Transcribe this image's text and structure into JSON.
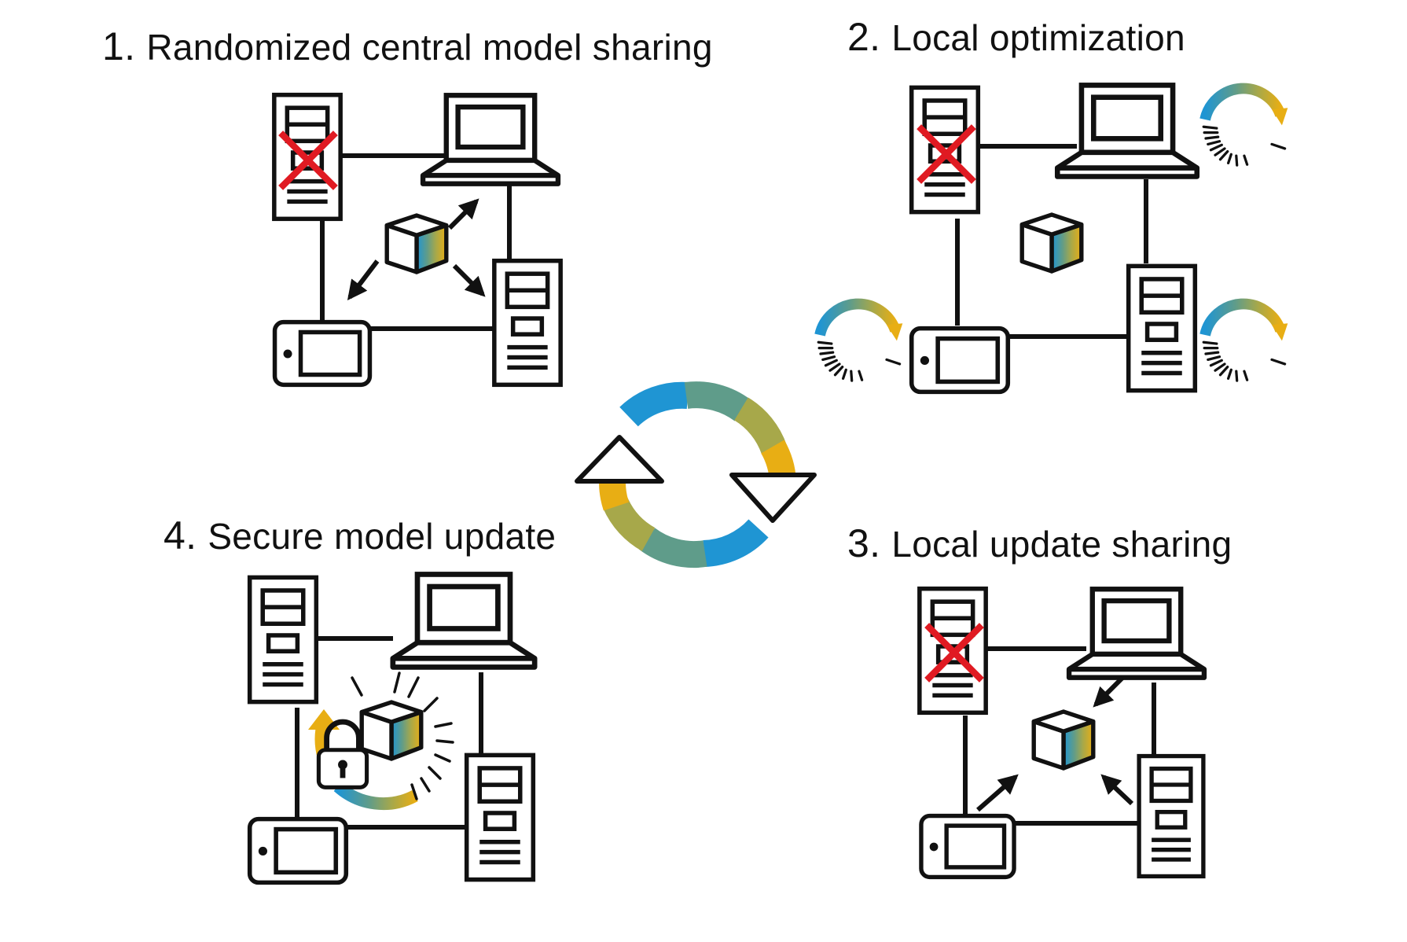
{
  "steps": [
    {
      "number": "1.",
      "title": "Randomized central model sharing"
    },
    {
      "number": "2.",
      "title": "Local optimization"
    },
    {
      "number": "3.",
      "title": "Local update sharing"
    },
    {
      "number": "4.",
      "title": "Secure model update"
    }
  ],
  "colors": {
    "stroke": "#111111",
    "cross": "#e01a22",
    "blue": "#1f95d3",
    "teal": "#5f9c8a",
    "olive": "#a7a84a",
    "gold": "#e8ae14"
  },
  "icons": [
    "server-tower-icon",
    "laptop-icon",
    "tablet-icon",
    "model-cube-icon",
    "cross-icon",
    "lock-icon",
    "cycle-arrows-icon",
    "optimization-spinner-icon"
  ]
}
